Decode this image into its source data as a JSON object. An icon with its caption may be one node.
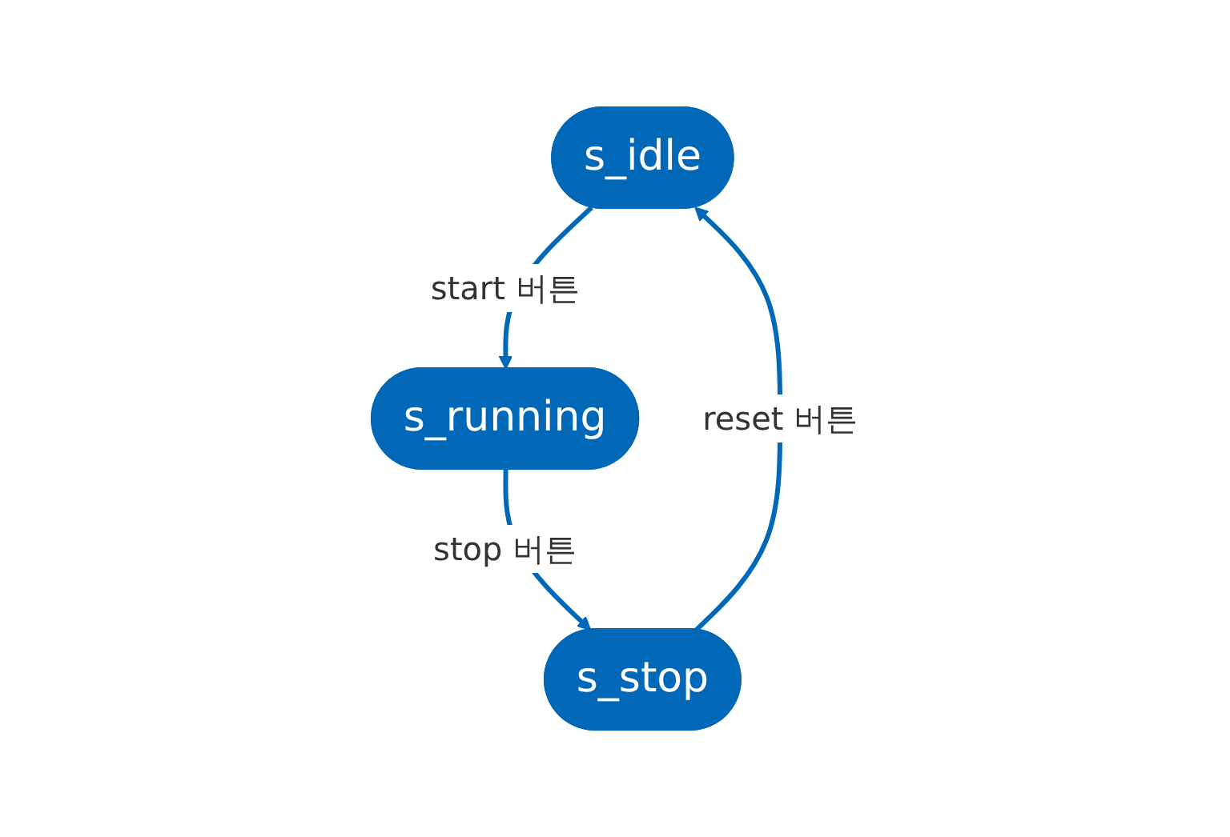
{
  "diagram": {
    "nodes": [
      {
        "text": [
          "s_idle"
        ]
      },
      {
        "text": [
          "s_running"
        ]
      },
      {
        "text": [
          "s_stop"
        ]
      }
    ],
    "edges": [
      {
        "from": 0,
        "to": 1,
        "arrow": "to",
        "label": "start 버튼"
      },
      {
        "from": 1,
        "to": 2,
        "arrow": "to",
        "label": "stop 버튼"
      },
      {
        "from": 2,
        "to": 0,
        "arrow": "to",
        "label": "reset 버튼"
      }
    ]
  }
}
